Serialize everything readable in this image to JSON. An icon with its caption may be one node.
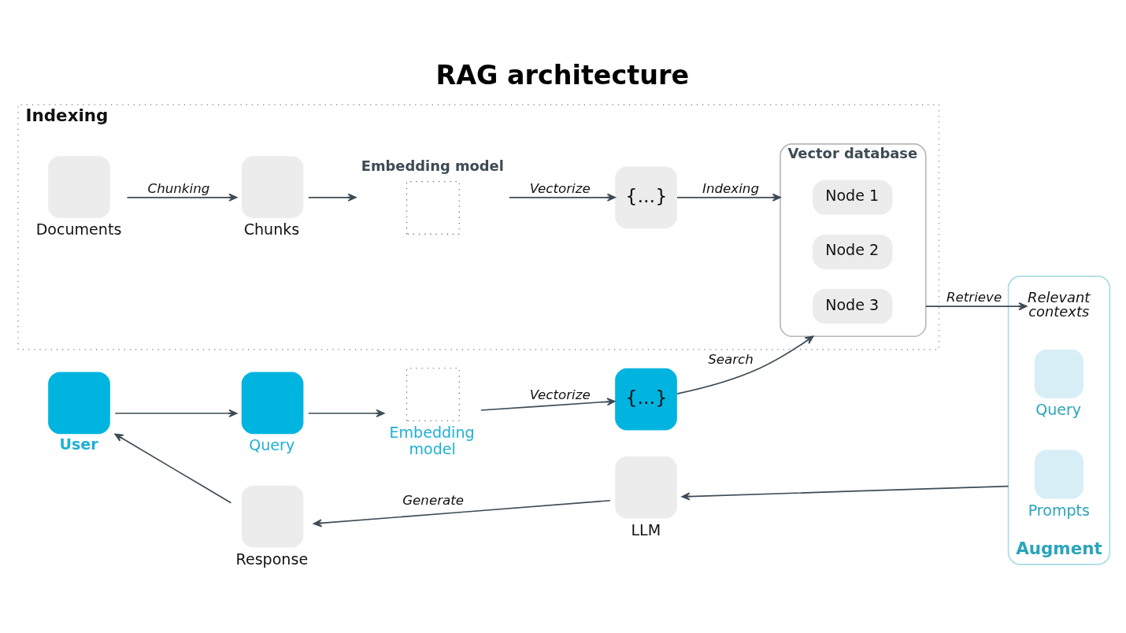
{
  "diagram": {
    "title": "RAG architecture",
    "nodes": [
      {
        "text": [
          "Indexing"
        ]
      },
      {
        "text": [
          "Documents"
        ],
        "in": 0
      },
      {
        "text": [
          "Chunks"
        ],
        "in": 0
      },
      {
        "text": [
          "Embedding model"
        ],
        "in": 0
      },
      {
        "text": [
          "{...}"
        ],
        "in": 0
      },
      {
        "text": [
          "Vector database"
        ],
        "in": 0
      },
      {
        "text": [
          "Node 1"
        ],
        "in": 5
      },
      {
        "text": [
          "Node 2"
        ],
        "in": 5
      },
      {
        "text": [
          "Node 3"
        ],
        "in": 5
      },
      {
        "text": [
          "User"
        ]
      },
      {
        "text": [
          "Query"
        ]
      },
      {
        "text": [
          "Embedding model"
        ]
      },
      {
        "text": [
          "{...}"
        ]
      },
      {
        "text": [
          "Augment"
        ]
      },
      {
        "text": [
          "Query"
        ],
        "in": 13
      },
      {
        "text": [
          "Prompts"
        ],
        "in": 13
      },
      {
        "text": [
          "Relevant contexts"
        ],
        "in": 13
      },
      {
        "text": [
          "LLM"
        ]
      },
      {
        "text": [
          "Response"
        ]
      }
    ],
    "edges": [
      {
        "from": 1,
        "to": 2,
        "arrow": "to",
        "label": "Chunking"
      },
      {
        "from": 2,
        "to": 3,
        "arrow": "to"
      },
      {
        "from": 3,
        "to": 4,
        "arrow": "to",
        "label": "Vectorize"
      },
      {
        "from": 4,
        "to": 5,
        "arrow": "to",
        "label": "Indexing"
      },
      {
        "from": 5,
        "to": 16,
        "arrow": "to",
        "label": "Retrieve"
      },
      {
        "from": 9,
        "to": 10,
        "arrow": "to"
      },
      {
        "from": 10,
        "to": 11,
        "arrow": "to"
      },
      {
        "from": 11,
        "to": 12,
        "arrow": "to",
        "label": "Vectorize"
      },
      {
        "from": 12,
        "to": 5,
        "arrow": "to",
        "label": "Search"
      },
      {
        "from": 13,
        "to": 17,
        "arrow": "to"
      },
      {
        "from": 17,
        "to": 18,
        "arrow": "to",
        "label": "Generate"
      },
      {
        "from": 18,
        "to": 9,
        "arrow": "to"
      }
    ]
  }
}
